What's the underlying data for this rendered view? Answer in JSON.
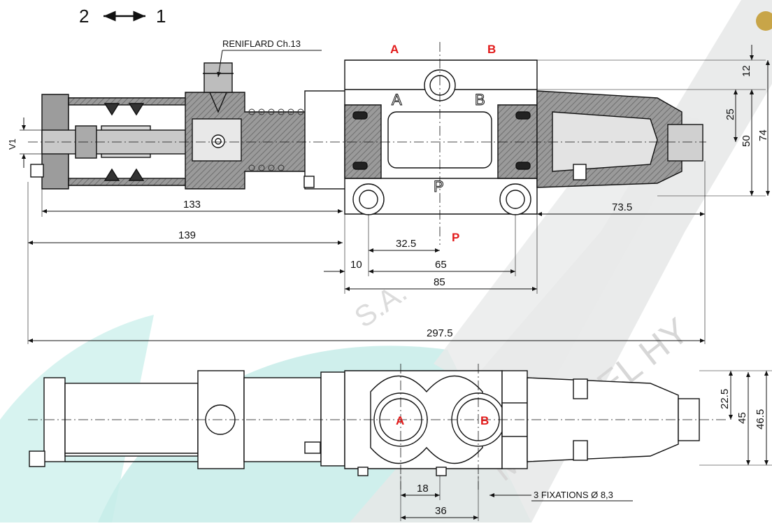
{
  "flow_label": {
    "left": "2",
    "right": "1"
  },
  "labels": {
    "reniflard": "RENIFLARD Ch.13",
    "v1": "V1",
    "fixations": "3 FIXATIONS Ø 8,3"
  },
  "ports_top": {
    "red_a": "A",
    "red_b": "B",
    "red_p": "P",
    "body_a": "A",
    "body_b": "B",
    "body_p": "P"
  },
  "ports_bottom": {
    "a": "A",
    "b": "B"
  },
  "dims_top": {
    "d133": "133",
    "d139": "139",
    "d73_5": "73.5",
    "d32_5": "32.5",
    "d10": "10",
    "d65": "65",
    "d85": "85",
    "d297_5": "297.5",
    "d12": "12",
    "d25": "25",
    "d50": "50",
    "d74": "74"
  },
  "dims_bottom": {
    "d18": "18",
    "d36": "36",
    "d22_5": "22.5",
    "d45": "45",
    "d46_5": "46.5"
  },
  "watermark": {
    "company": "S.A.",
    "tagline": "MATÉRIEL HY"
  },
  "colors": {
    "watermark_teal": "#b9e8e4",
    "watermark_grey": "#e9eaea",
    "port_red": "#e21a1a",
    "body_fill": "#ffffff",
    "section_grey": "#8c8c8c"
  }
}
